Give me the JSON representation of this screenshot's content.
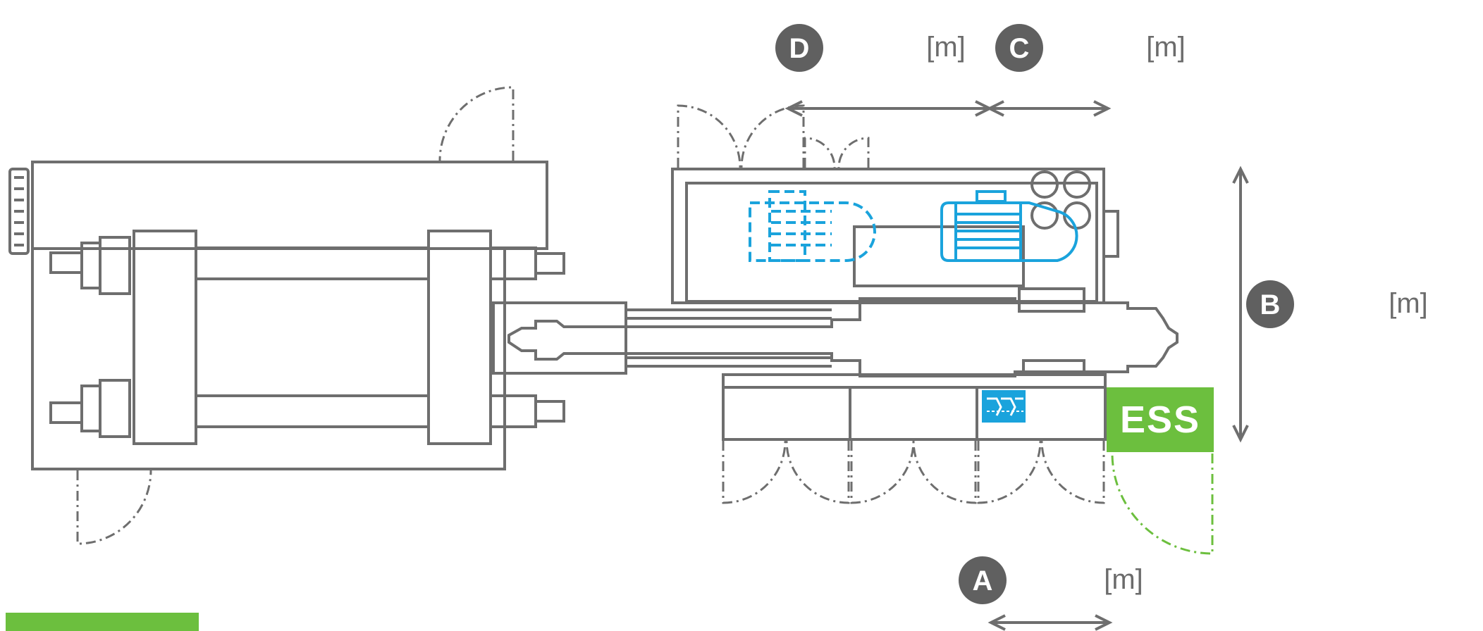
{
  "dimensions": [
    {
      "label": "A",
      "unit": "[m]"
    },
    {
      "label": "B",
      "unit": "[m]"
    },
    {
      "label": "C",
      "unit": "[m]"
    },
    {
      "label": "D",
      "unit": "[m]"
    }
  ],
  "logo": {
    "text": "ESS",
    "color": "#6cbf3e"
  },
  "colors": {
    "outline": "#6e6e6e",
    "badge": "#606060",
    "accent_blue": "#1aa3dc",
    "accent_green": "#6cbf3e"
  }
}
